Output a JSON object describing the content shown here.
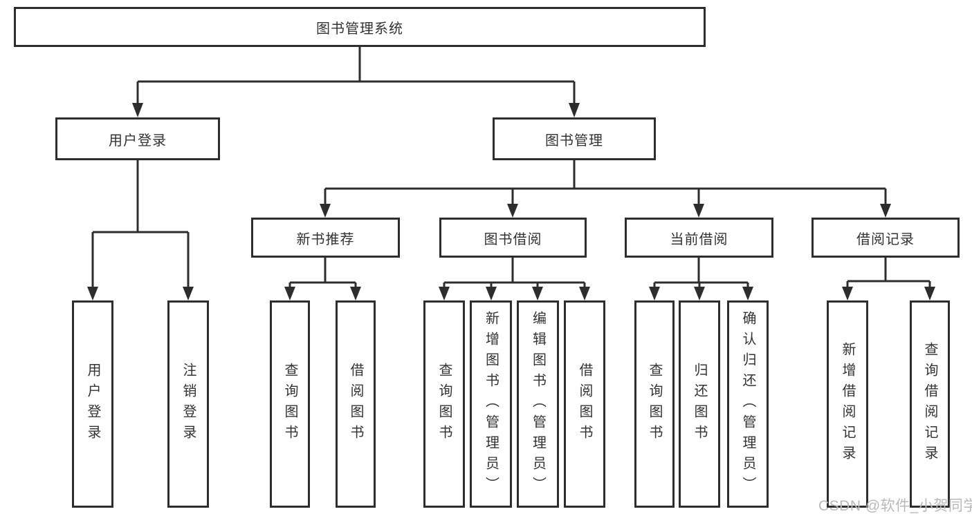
{
  "tree": {
    "label": "图书管理系统",
    "children": [
      {
        "label": "用户登录",
        "children": [
          {
            "label": "用户登录"
          },
          {
            "label": "注销登录"
          }
        ]
      },
      {
        "label": "图书管理",
        "children": [
          {
            "label": "新书推荐",
            "children": [
              {
                "label": "查询图书"
              },
              {
                "label": "借阅图书"
              }
            ]
          },
          {
            "label": "图书借阅",
            "children": [
              {
                "label": "查询图书"
              },
              {
                "label": "新增图书（管理员）"
              },
              {
                "label": "编辑图书（管理员）"
              },
              {
                "label": "借阅图书"
              }
            ]
          },
          {
            "label": "当前借阅",
            "children": [
              {
                "label": "查询图书"
              },
              {
                "label": "归还图书"
              },
              {
                "label": "确认归还（管理员）"
              }
            ]
          },
          {
            "label": "借阅记录",
            "children": [
              {
                "label": "新增借阅记录"
              },
              {
                "label": "查询借阅记录"
              }
            ]
          }
        ]
      }
    ]
  },
  "watermark": {
    "text": "CSDN @软件_小贺同学"
  },
  "colors": {
    "line": "#2d2d2d",
    "text": "#333333",
    "watermark_gray": "#b9b9b9",
    "background": "#ffffff"
  }
}
